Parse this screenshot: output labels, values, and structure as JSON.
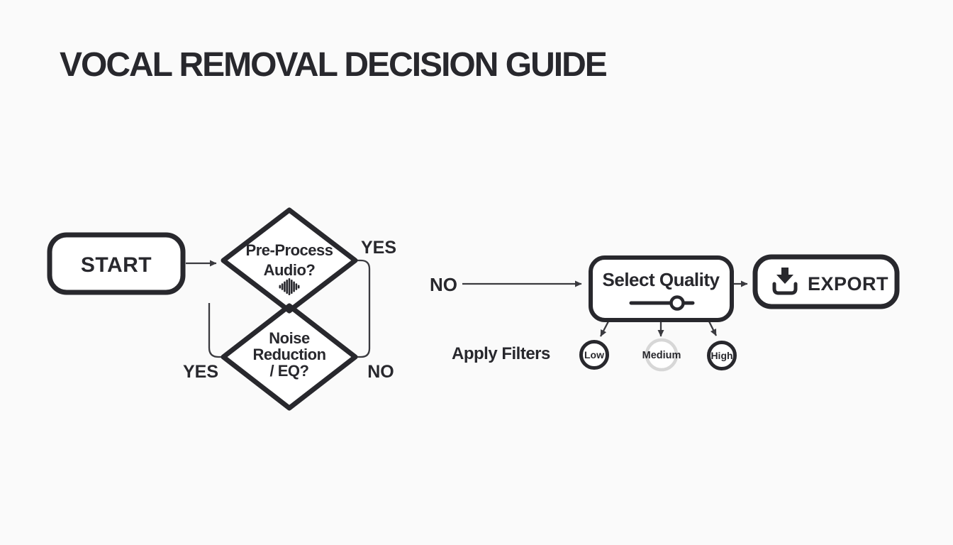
{
  "title": "VOCAL REMOVAL DECISION GUIDE",
  "theme": {
    "background": "#fafafa",
    "ink": "#28282d",
    "line": "#3a3a3f",
    "node_fill": "#ffffff",
    "muted_ring": "#d7d7d7"
  },
  "flow": {
    "start": {
      "label": "START"
    },
    "preprocess_decision": {
      "line1": "Pre-Process",
      "line2": "Audio?",
      "icon": "waveform-icon",
      "yes_label": "YES"
    },
    "noise_decision": {
      "line1": "Noise",
      "line2": "Reduction",
      "line3": "/ EQ?",
      "yes_label": "YES",
      "no_label": "NO"
    },
    "no_branch_label": "NO",
    "select_quality": {
      "label": "Select Quality",
      "control": "quality-slider"
    },
    "apply_filters_label": "Apply Filters",
    "quality_options": [
      {
        "label": "Low",
        "ring": "dark"
      },
      {
        "label": "Medium",
        "ring": "light"
      },
      {
        "label": "High",
        "ring": "dark"
      }
    ],
    "export": {
      "label": "EXPORT",
      "icon": "download-icon"
    }
  }
}
